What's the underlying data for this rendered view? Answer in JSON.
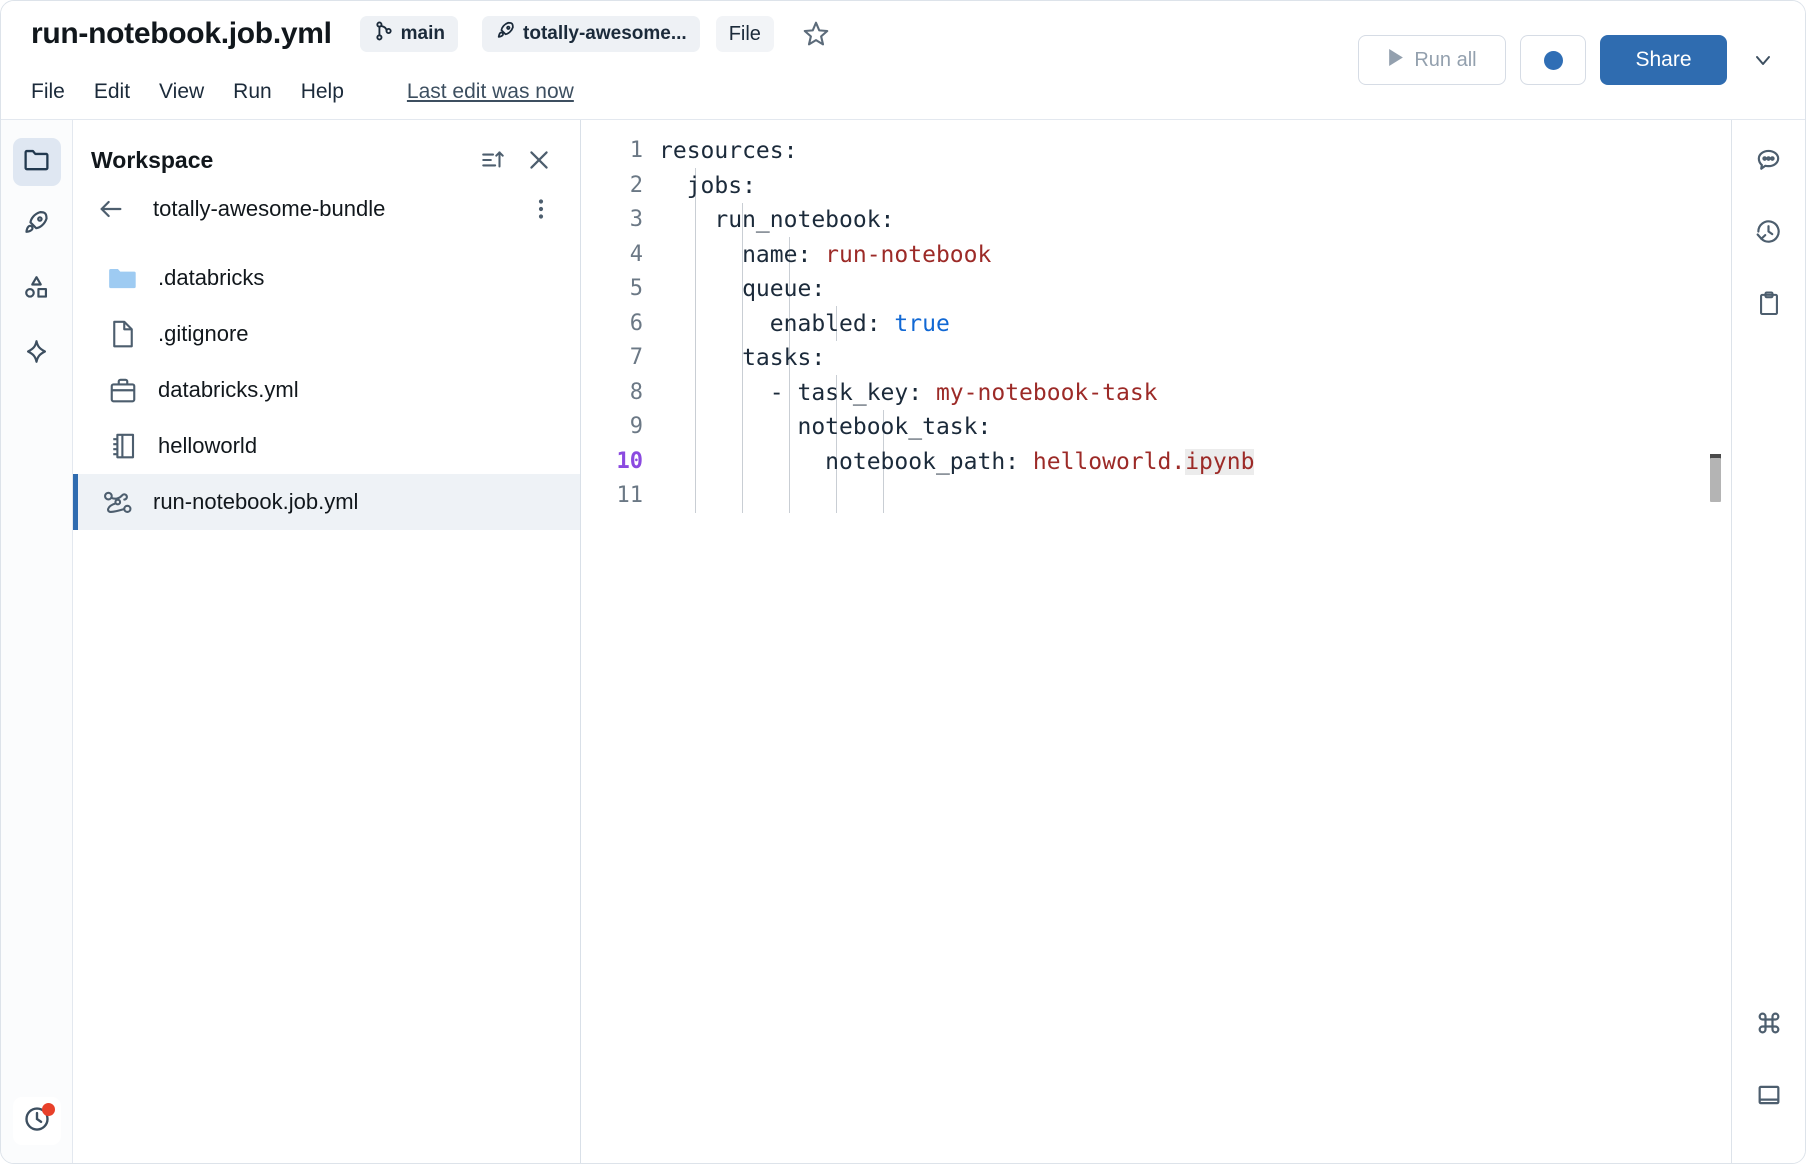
{
  "header": {
    "doc_title": "run-notebook.job.yml",
    "branch_chip": "main",
    "bundle_chip": "totally-awesome...",
    "file_chip": "File",
    "star_icon": "star-icon",
    "run_all_label": "Run all",
    "share_label": "Share",
    "menu": [
      {
        "label": "File"
      },
      {
        "label": "Edit"
      },
      {
        "label": "View"
      },
      {
        "label": "Run"
      },
      {
        "label": "Help"
      }
    ],
    "last_edit": "Last edit was now"
  },
  "left_rail": {
    "items": [
      {
        "icon": "folder-icon",
        "name": "workspace",
        "active": true
      },
      {
        "icon": "rocket-icon",
        "name": "jobs-runs",
        "active": false
      },
      {
        "icon": "shapes-icon",
        "name": "catalog",
        "active": false
      },
      {
        "icon": "sparkle-icon",
        "name": "assistant",
        "active": false
      }
    ],
    "bottom": {
      "icon": "clock-icon",
      "name": "recents",
      "has_notification": true
    }
  },
  "panel": {
    "title": "Workspace",
    "sort_icon": "sort-ascending-icon",
    "close_icon": "close-icon",
    "back_icon": "arrow-left-icon",
    "breadcrumb": "totally-awesome-bundle",
    "more_icon": "more-vertical-icon",
    "files": [
      {
        "name": ".databricks",
        "icon": "folder-filled-icon",
        "selected": false
      },
      {
        "name": ".gitignore",
        "icon": "file-icon",
        "selected": false
      },
      {
        "name": "databricks.yml",
        "icon": "briefcase-icon",
        "selected": false
      },
      {
        "name": "helloworld",
        "icon": "notebook-icon",
        "selected": false
      },
      {
        "name": "run-notebook.job.yml",
        "icon": "pipeline-icon",
        "selected": true
      }
    ]
  },
  "editor": {
    "lines": [
      {
        "num": "1",
        "active": false,
        "indent": 0,
        "tokens": [
          {
            "t": "resources:",
            "c": "plain"
          }
        ]
      },
      {
        "num": "2",
        "active": false,
        "indent": 1,
        "tokens": [
          {
            "t": "  jobs:",
            "c": "plain"
          }
        ]
      },
      {
        "num": "3",
        "active": false,
        "indent": 2,
        "tokens": [
          {
            "t": "    run_notebook:",
            "c": "plain"
          }
        ]
      },
      {
        "num": "4",
        "active": false,
        "indent": 3,
        "tokens": [
          {
            "t": "      name: ",
            "c": "plain"
          },
          {
            "t": "run-notebook",
            "c": "str"
          }
        ]
      },
      {
        "num": "5",
        "active": false,
        "indent": 3,
        "tokens": [
          {
            "t": "      queue:",
            "c": "plain"
          }
        ]
      },
      {
        "num": "6",
        "active": false,
        "indent": 4,
        "tokens": [
          {
            "t": "        enabled: ",
            "c": "plain"
          },
          {
            "t": "true",
            "c": "bool"
          }
        ]
      },
      {
        "num": "7",
        "active": false,
        "indent": 3,
        "tokens": [
          {
            "t": "      tasks:",
            "c": "plain"
          }
        ]
      },
      {
        "num": "8",
        "active": false,
        "indent": 4,
        "tokens": [
          {
            "t": "        - task_key: ",
            "c": "plain"
          },
          {
            "t": "my-notebook-task",
            "c": "str"
          }
        ]
      },
      {
        "num": "9",
        "active": false,
        "indent": 5,
        "tokens": [
          {
            "t": "          notebook_task:",
            "c": "plain"
          }
        ]
      },
      {
        "num": "10",
        "active": true,
        "indent": 6,
        "tokens": [
          {
            "t": "            notebook_path: ",
            "c": "plain"
          },
          {
            "t": "helloworld.",
            "c": "str"
          },
          {
            "t": "ipynb",
            "c": "str-sel"
          }
        ]
      },
      {
        "num": "11",
        "active": false,
        "indent": 0,
        "tokens": [
          {
            "t": "",
            "c": "plain"
          }
        ]
      }
    ]
  },
  "right_rail": {
    "items": [
      {
        "icon": "comment-icon",
        "name": "comments"
      },
      {
        "icon": "history-icon",
        "name": "revision-history"
      },
      {
        "icon": "clipboard-icon",
        "name": "clipboard"
      }
    ],
    "bottom": [
      {
        "icon": "command-icon",
        "name": "shortcuts"
      },
      {
        "icon": "panel-icon",
        "name": "toggle-panel"
      }
    ]
  },
  "colors": {
    "accent": "#2f6cb0",
    "string": "#9c2a27",
    "boolean": "#1168d4",
    "active_line_number": "#8b4ae0",
    "notification": "#e8402a"
  }
}
